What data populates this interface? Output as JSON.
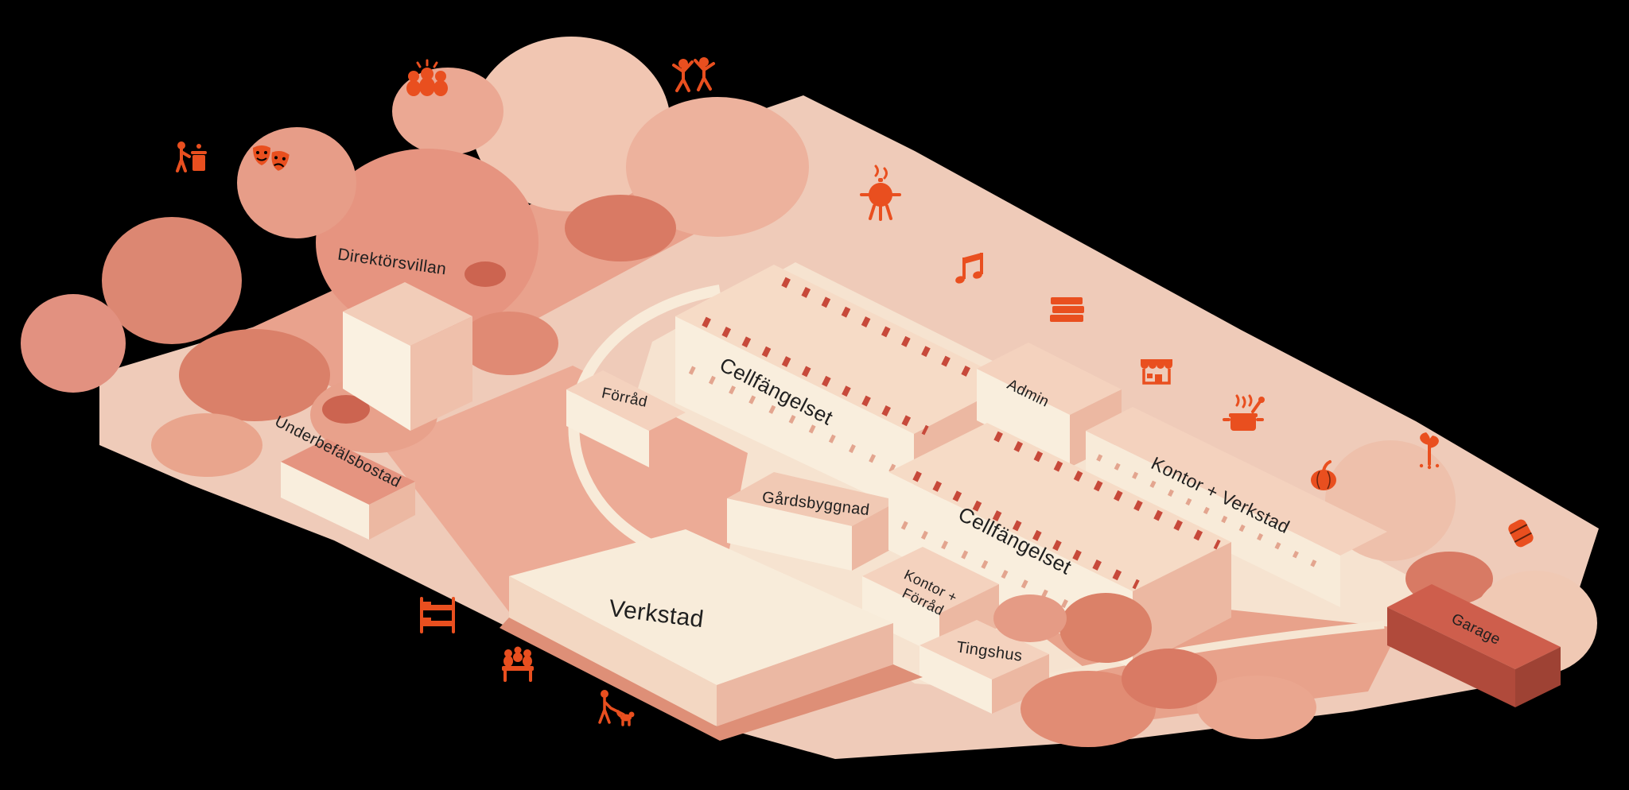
{
  "map": {
    "title_hidden": "",
    "labels": {
      "direktorsvillan": "Direktörsvillan",
      "underbefalsbostad": "Underbefälsbostad",
      "forrad": "Förråd",
      "cellfangelset_north": "Cellfängelset",
      "admin": "Admin",
      "kontor_verkstad": "Kontor + Verkstad",
      "gardsbyggnad": "Gårdsbyggnad",
      "cellfangelset_south": "Cellfängelset",
      "kontor_forrad_line1": "Kontor +",
      "kontor_forrad_line2": "Förråd",
      "verkstad": "Verkstad",
      "tingshus": "Tingshus",
      "garage": "Garage"
    },
    "icons": [
      "community-group-icon",
      "dancing-people-icon",
      "person-recycling-icon",
      "theater-masks-icon",
      "barbecue-grill-icon",
      "music-notes-icon",
      "book-stack-icon",
      "storefront-icon",
      "cooking-pot-icon",
      "pumpkin-icon",
      "plant-sprout-icon",
      "barrel-icon",
      "bunk-bed-icon",
      "meeting-table-icon",
      "dog-walking-icon"
    ],
    "colors": {
      "background": "#000000",
      "accent": "#E94F1F",
      "ground": "#EFCBB9",
      "ground_light": "#F6E3D0",
      "building_wall": "#F9EEDD",
      "building_shade": "#ECB8A2",
      "roof": "#F4D2BE",
      "roof_dark_red": "#C7493A",
      "tree_dark": "#D97A64",
      "tree_light": "#F1C6B2",
      "garage_dark": "#B04A3B",
      "label_text": "#1F1F1F"
    }
  }
}
